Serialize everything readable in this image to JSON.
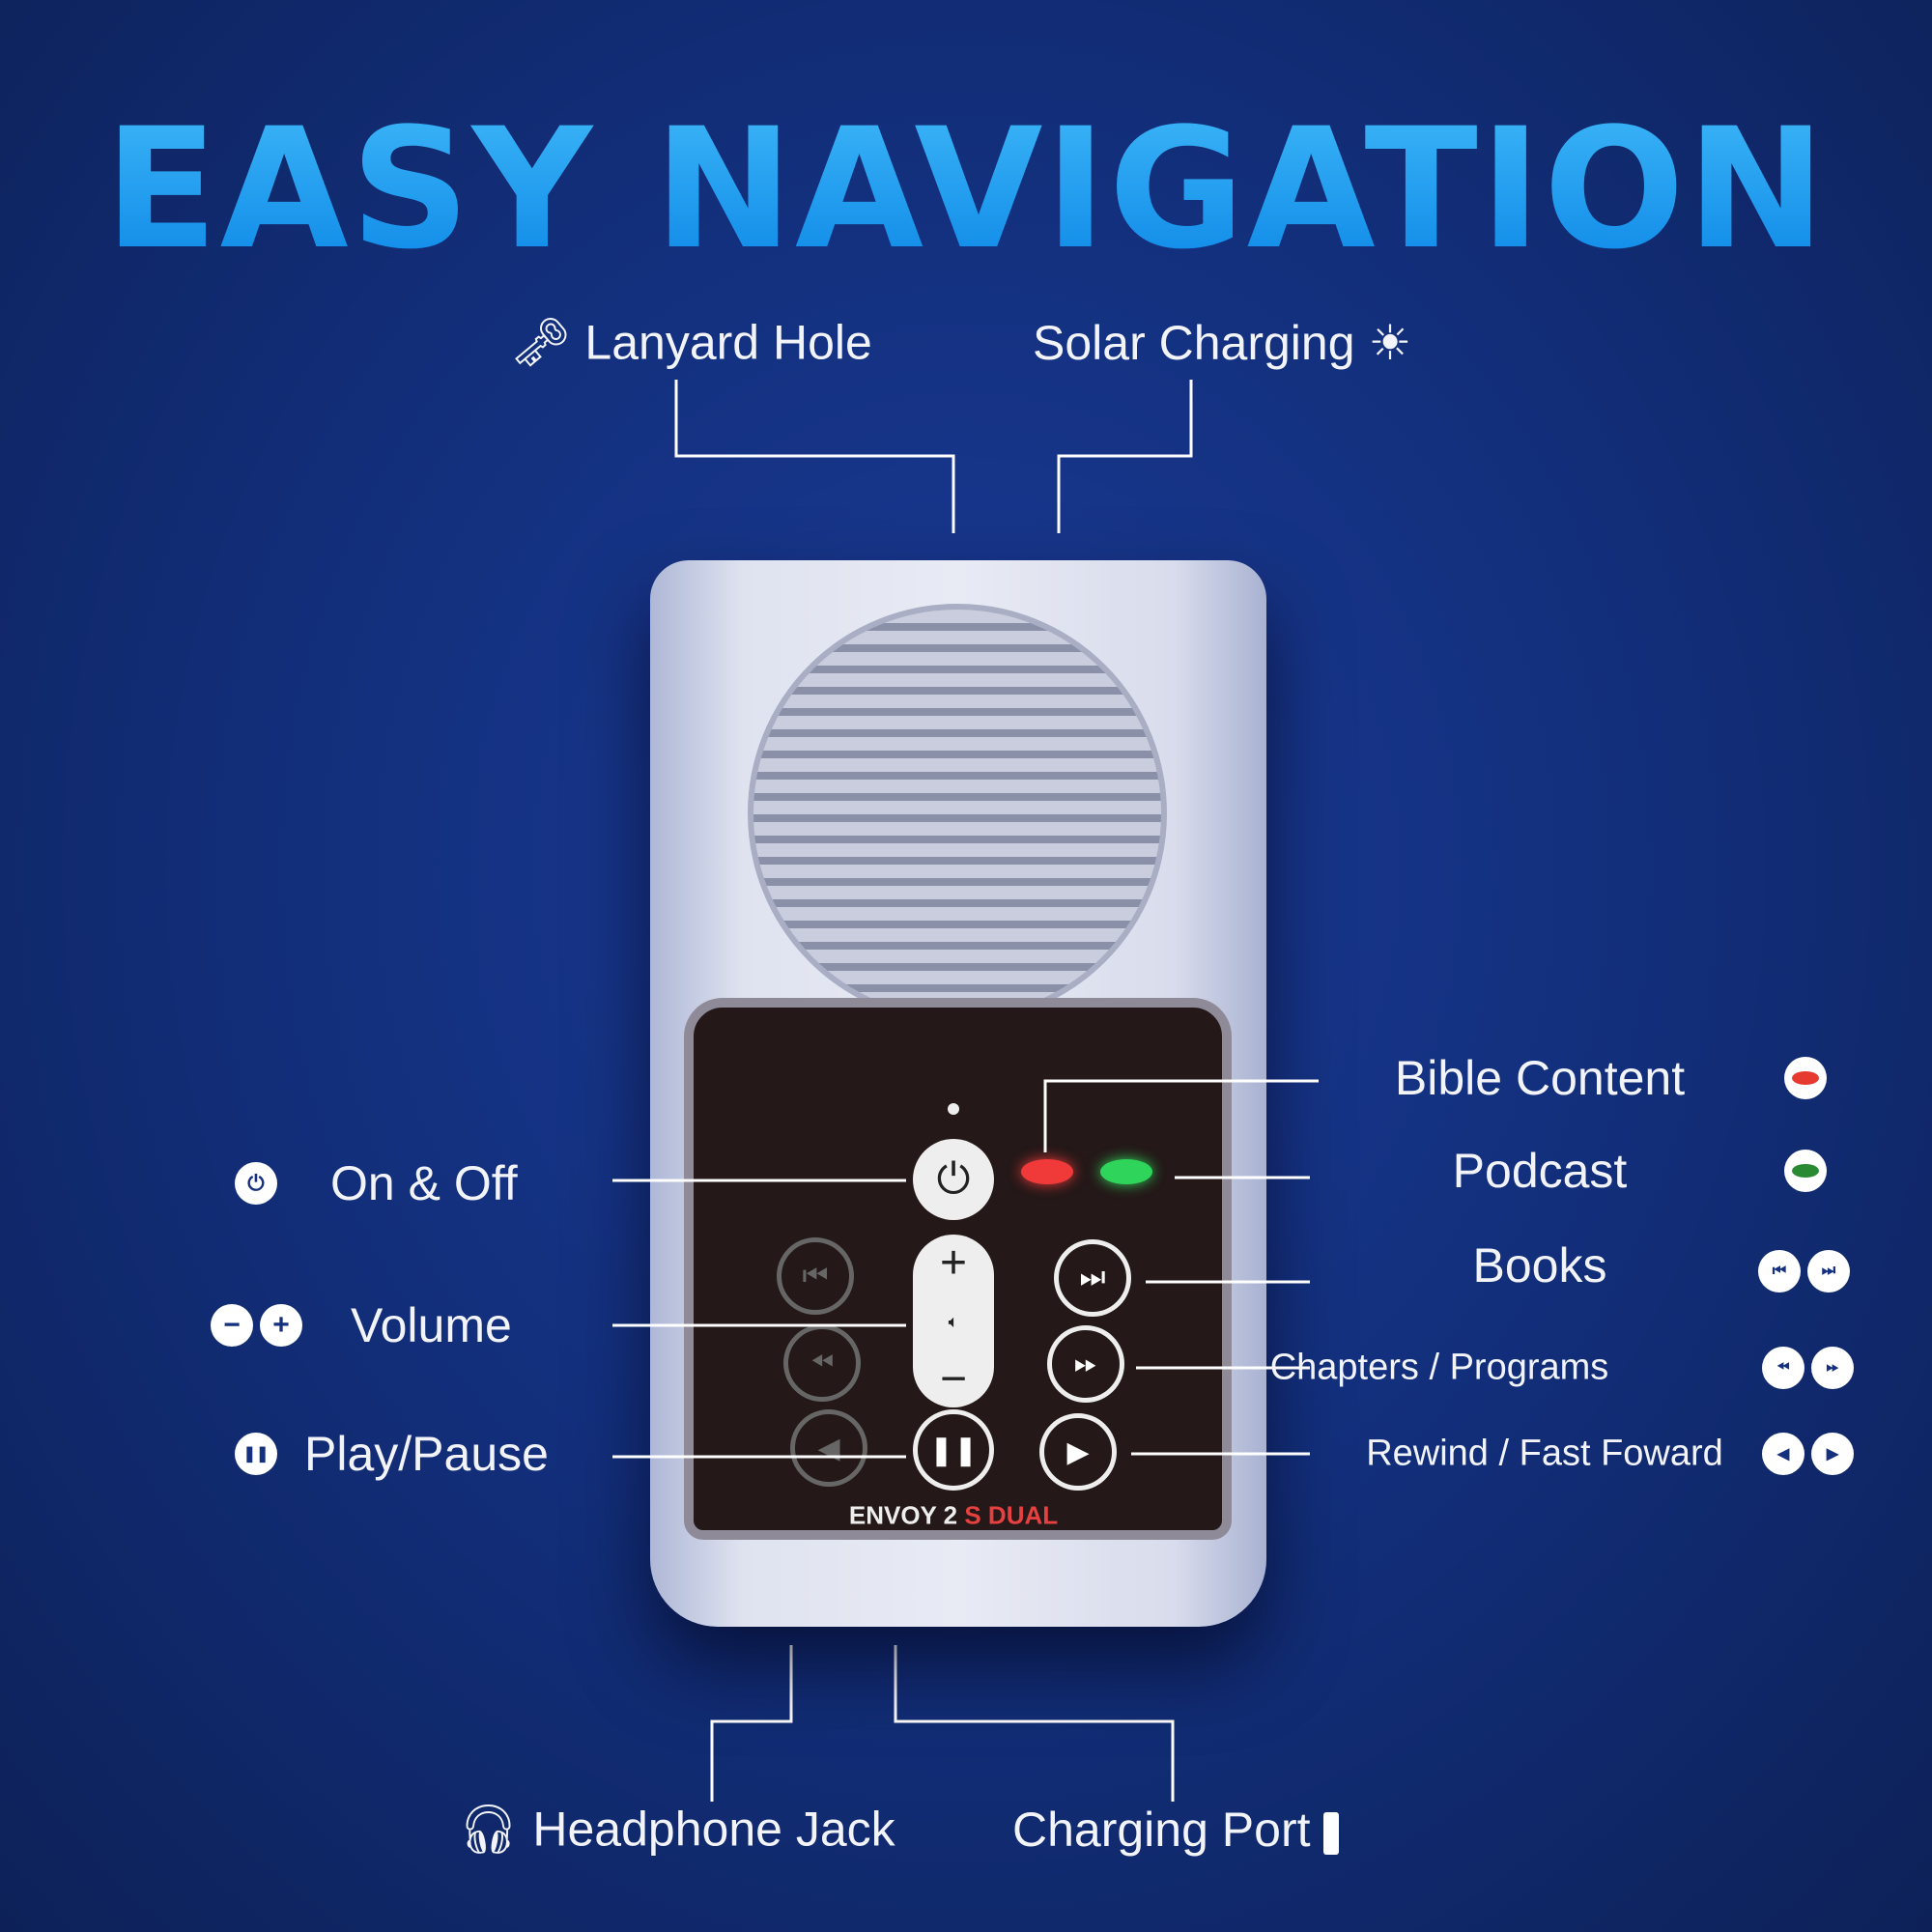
{
  "title": "EASY NAVIGATION",
  "top_labels": {
    "lanyard": "Lanyard Hole",
    "solar": "Solar Charging"
  },
  "left_labels": {
    "power": "On & Off",
    "volume": "Volume",
    "play_pause": "Play/Pause"
  },
  "right_labels": {
    "bible": "Bible Content",
    "podcast": "Podcast",
    "books": "Books",
    "chapters": "Chapters / Programs",
    "rewind": "Rewind / Fast Foward"
  },
  "bottom_labels": {
    "headphone": "Headphone Jack",
    "charging": "Charging Port"
  },
  "device": {
    "brand": "ENVOY 2",
    "model": "S DUAL"
  },
  "colors": {
    "title": "#1a9cf0",
    "background": "#13307e",
    "led_red": "#f03a3a",
    "led_green": "#2fd45a"
  }
}
